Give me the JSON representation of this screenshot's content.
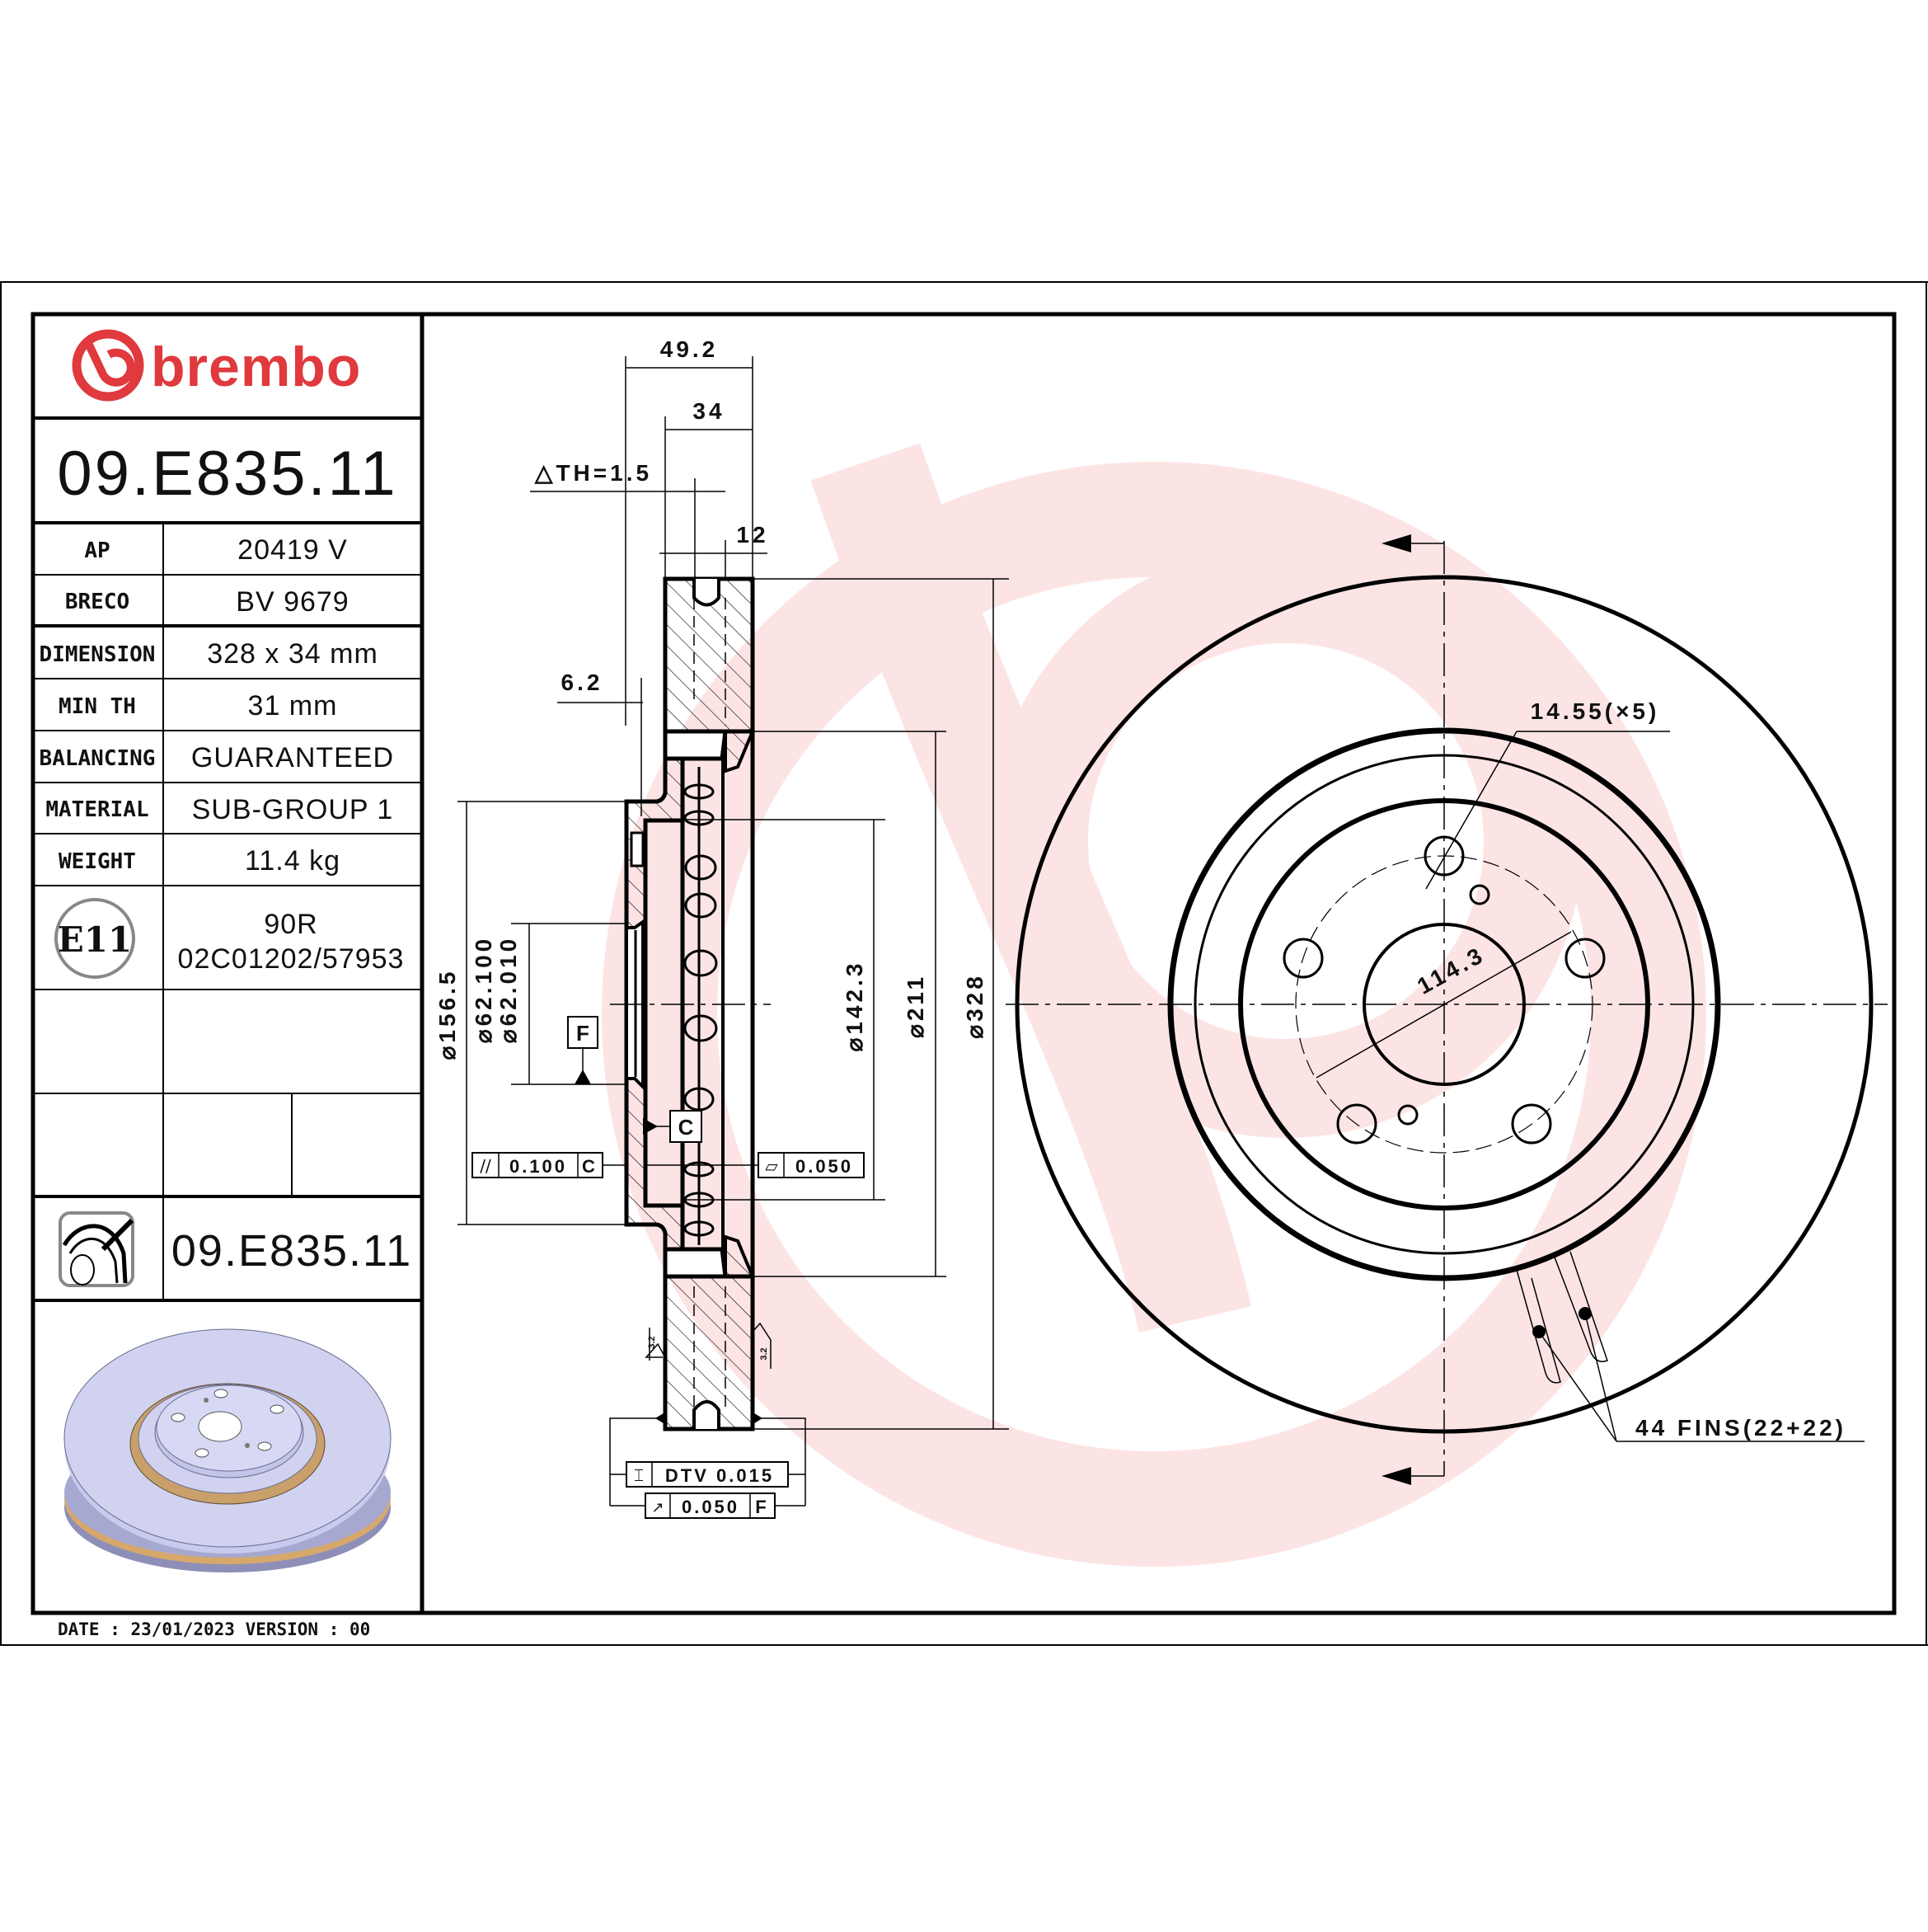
{
  "brand": {
    "name": "brembo",
    "color": "#e0393e",
    "watermark_color": "#fde4e4"
  },
  "part_number": "09.E835.11",
  "spec_table": [
    {
      "label": "AP",
      "value": "20419 V"
    },
    {
      "label": "BRECO",
      "value": "BV 9679"
    },
    {
      "label": "DIMENSION",
      "value": "328 x 34 mm"
    },
    {
      "label": "MIN TH",
      "value": "31 mm"
    },
    {
      "label": "BALANCING",
      "value": "GUARANTEED"
    },
    {
      "label": "MATERIAL",
      "value": "SUB-GROUP 1"
    },
    {
      "label": "WEIGHT",
      "value": "11.4 kg"
    }
  ],
  "approval": {
    "mark": "E11",
    "line1": "90R",
    "line2": "02C01202/57953"
  },
  "kit_row": {
    "icon": "brake-disc-pad-icon",
    "part_number": "09.E835.11"
  },
  "footer": {
    "date_text": "DATE : 23/01/2023 VERSION : 00"
  },
  "section_view": {
    "dims": {
      "overall_width": "49.2",
      "thickness": "34",
      "delta_th": "△TH=1.5",
      "friction_ring": "12",
      "hat_offset": "6.2",
      "d_156": "⌀156.5",
      "d_bore_max": "⌀62.100",
      "d_bore_min": "⌀62.010",
      "d_142": "⌀142.3",
      "d_211": "⌀211",
      "d_328": "⌀328",
      "roughness_left": "3.2",
      "roughness_right": "3.2"
    },
    "datum_f": "F",
    "datum_c": "C",
    "tolerances": {
      "parallelism": {
        "symbol": "//",
        "value": "0.100",
        "datum": "C"
      },
      "flatness": {
        "symbol": "▱",
        "value": "0.050"
      },
      "dtv": {
        "symbol": "⌶",
        "value": "DTV 0.015"
      },
      "runout": {
        "symbol": "↗",
        "value": "0.050",
        "datum": "F"
      }
    }
  },
  "front_view": {
    "bolt_hole": "14.55(×5)",
    "pcd": "114.3",
    "fins": "44 FINS(22+22)"
  }
}
